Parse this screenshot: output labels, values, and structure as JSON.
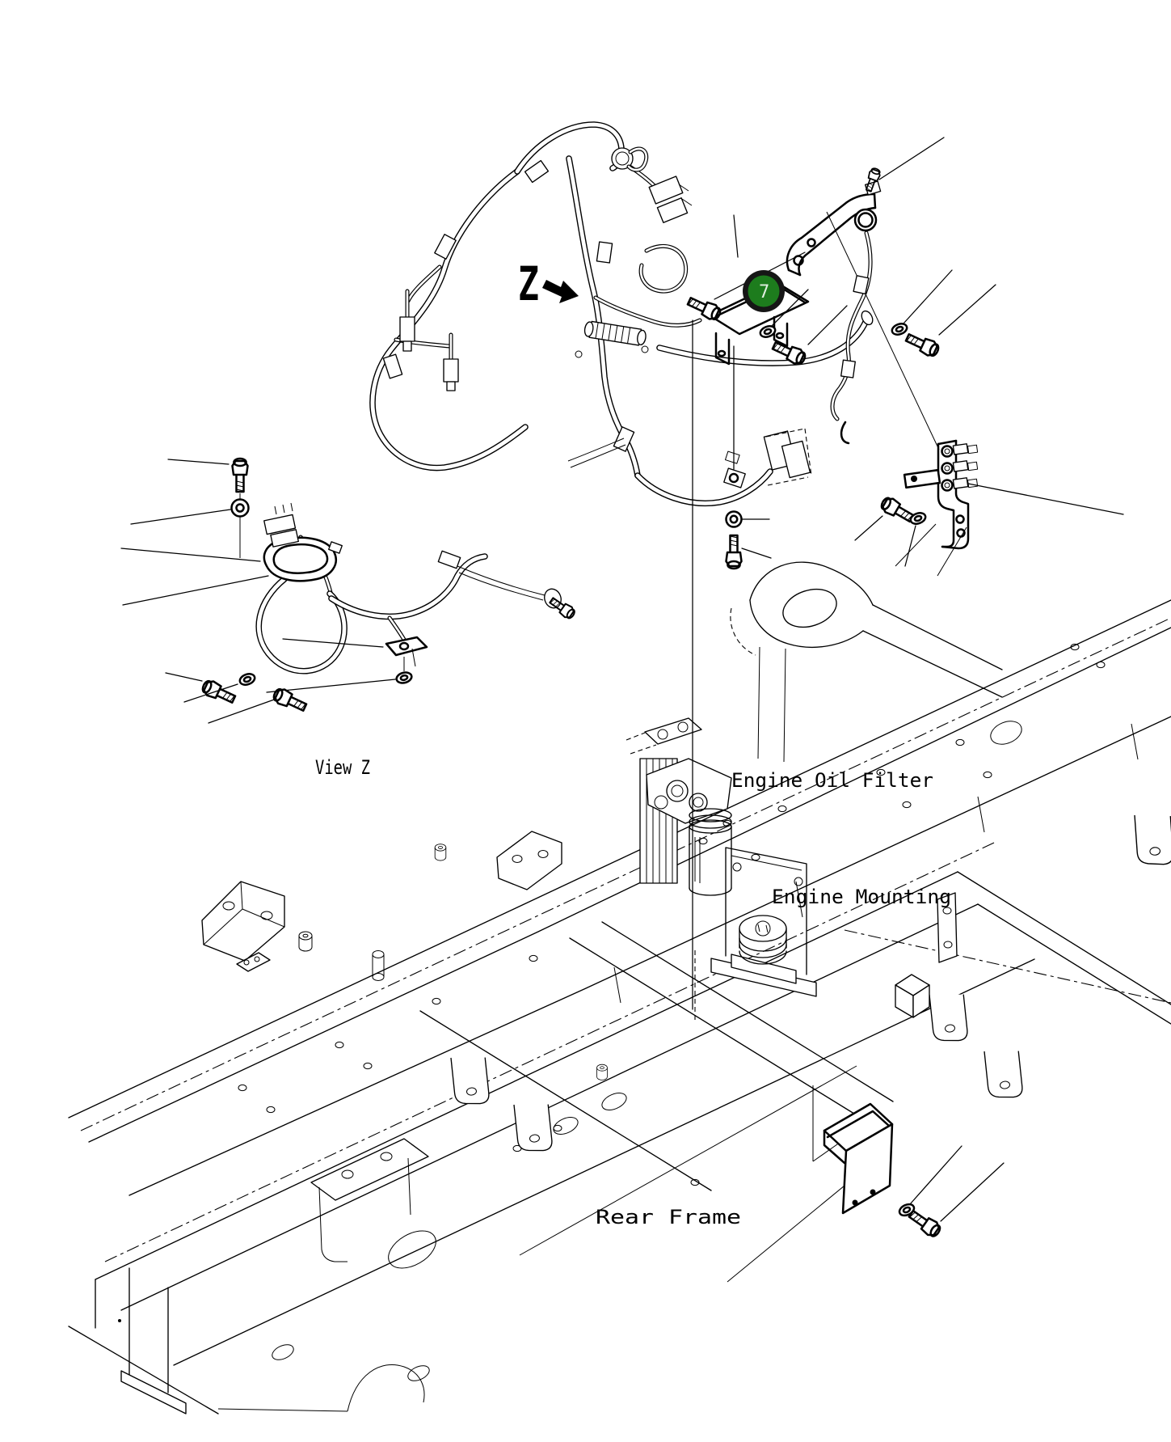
{
  "page": {
    "background": "#ffffff",
    "stroke": "#000000"
  },
  "view_marker": {
    "letter": "Z"
  },
  "callout": {
    "number": "7",
    "fill": "#1d7c1d",
    "ring": "#161616",
    "text_color": "#dfeedf"
  },
  "labels": {
    "view_z": "View Z",
    "engine_oil_filter": "Engine Oil Filter",
    "engine_mounting": "Engine Mounting",
    "rear_frame": "Rear Frame"
  }
}
